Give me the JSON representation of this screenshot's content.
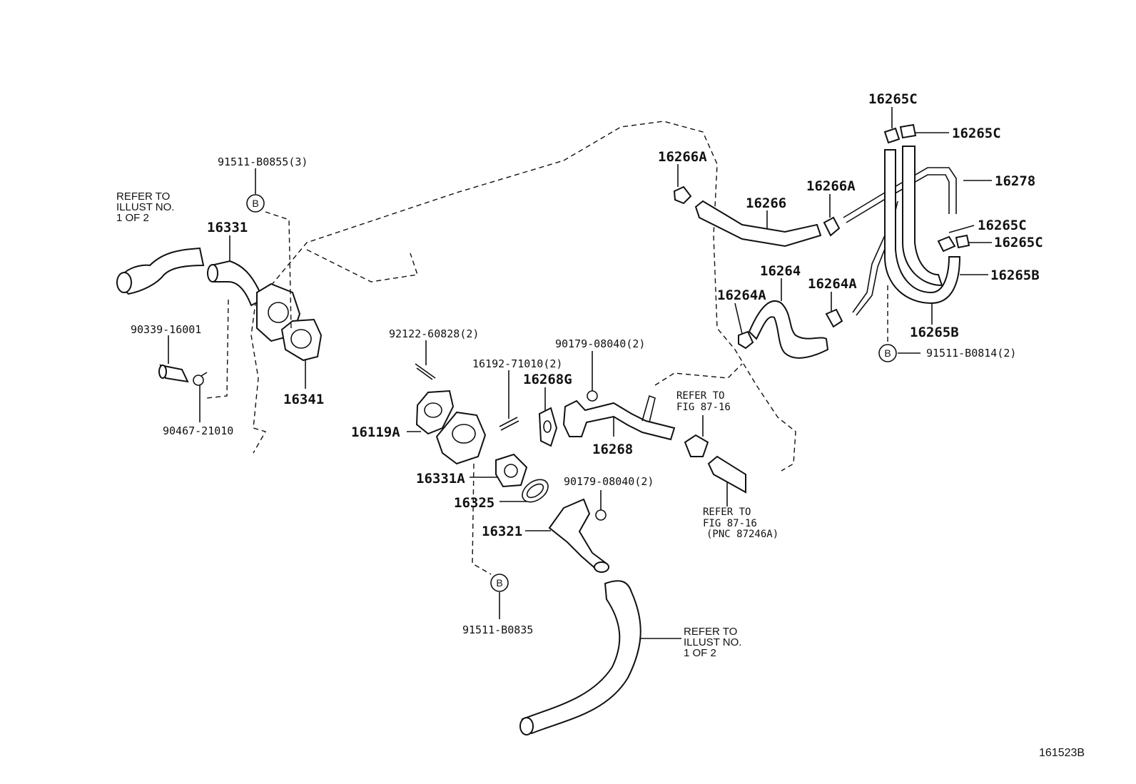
{
  "labels": {
    "p16331": "16331",
    "p16341": "16341",
    "p91511_b0855": "91511-B0855(3)",
    "p90339_16001": "90339-16001",
    "p90467_21010": "90467-21010",
    "p92122_60828": "92122-60828(2)",
    "p16192_71010": "16192-71010(2)",
    "p16268g": "16268G",
    "p90179_08040_top": "90179-08040(2)",
    "p90179_08040_bot": "90179-08040(2)",
    "p16119a": "16119A",
    "p16331a": "16331A",
    "p16325": "16325",
    "p16321": "16321",
    "p16268": "16268",
    "p91511_b0835": "91511-B0835",
    "p16266a_left": "16266A",
    "p16266": "16266",
    "p16266a_right": "16266A",
    "p16264": "16264",
    "p16264a_left": "16264A",
    "p16264a_right": "16264A",
    "p16265c_top": "16265C",
    "p16265c_topright": "16265C",
    "p16278": "16278",
    "p16265c_mid1": "16265C",
    "p16265c_mid2": "16265C",
    "p16265b_right": "16265B",
    "p16265b_bottom": "16265B",
    "p91511_b0814": "91511-B0814(2)"
  },
  "callout_letter": "B",
  "notes": {
    "refer_illust_left": [
      "REFER TO",
      "ILLUST NO.",
      "1 OF 2"
    ],
    "refer_illust_bottom": [
      "REFER TO",
      "ILLUST NO.",
      "1 OF 2"
    ],
    "refer_fig_top": [
      "REFER TO",
      "FIG 87-16"
    ],
    "refer_fig_bottom": [
      "REFER TO",
      "FIG 87-16",
      "(PNC 87246A)"
    ]
  },
  "figure_id": "161523B"
}
